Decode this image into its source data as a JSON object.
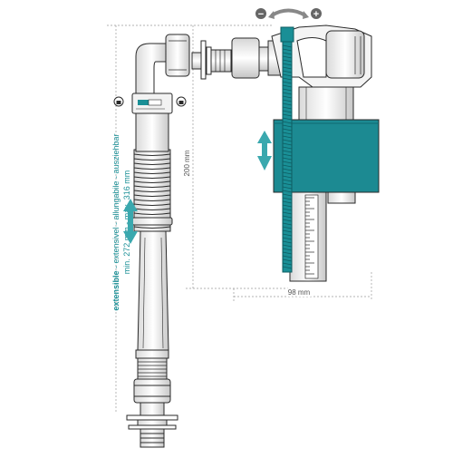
{
  "labels": {
    "extensible_bold": "extensible",
    "extensible_rest": " - extensivel - allungabile - ausziehbar",
    "range": "min. 272 mm - max. 316 mm",
    "height": "200 mm",
    "width": "98 mm",
    "minus": "−",
    "plus": "+"
  },
  "colors": {
    "accent": "#1a8f96",
    "float": "#1c8a92",
    "line": "#2a2a2a",
    "dim": "#9a9a9a"
  }
}
